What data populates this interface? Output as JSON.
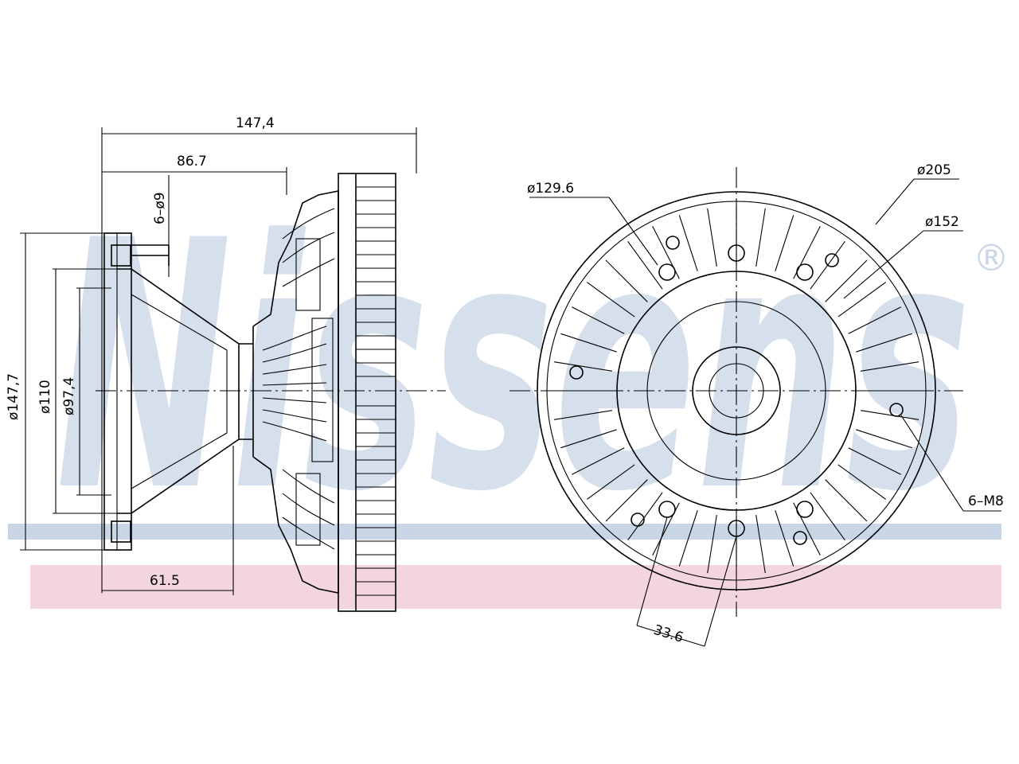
{
  "watermark": {
    "brand": "Nissens",
    "registered_mark": "®",
    "blue_band_color": "#c9d6e6",
    "pink_band_color": "#f3d6dd"
  },
  "side_view": {
    "dim_overall_length": "147,4",
    "dim_hub_length": "86.7",
    "dim_bolt_hole": "6–ø9",
    "dim_outer_diameter": "ø147,7",
    "dim_pilot_diameter": "ø110",
    "dim_inner_diameter": "ø97,4",
    "dim_flange_offset": "61.5"
  },
  "front_view": {
    "dim_bolt_circle": "ø129.6",
    "dim_fan_diameter": "ø205",
    "dim_hub_diameter": "ø152",
    "dim_threaded_holes": "6–M8",
    "dim_hole_spacing": "33.6"
  }
}
